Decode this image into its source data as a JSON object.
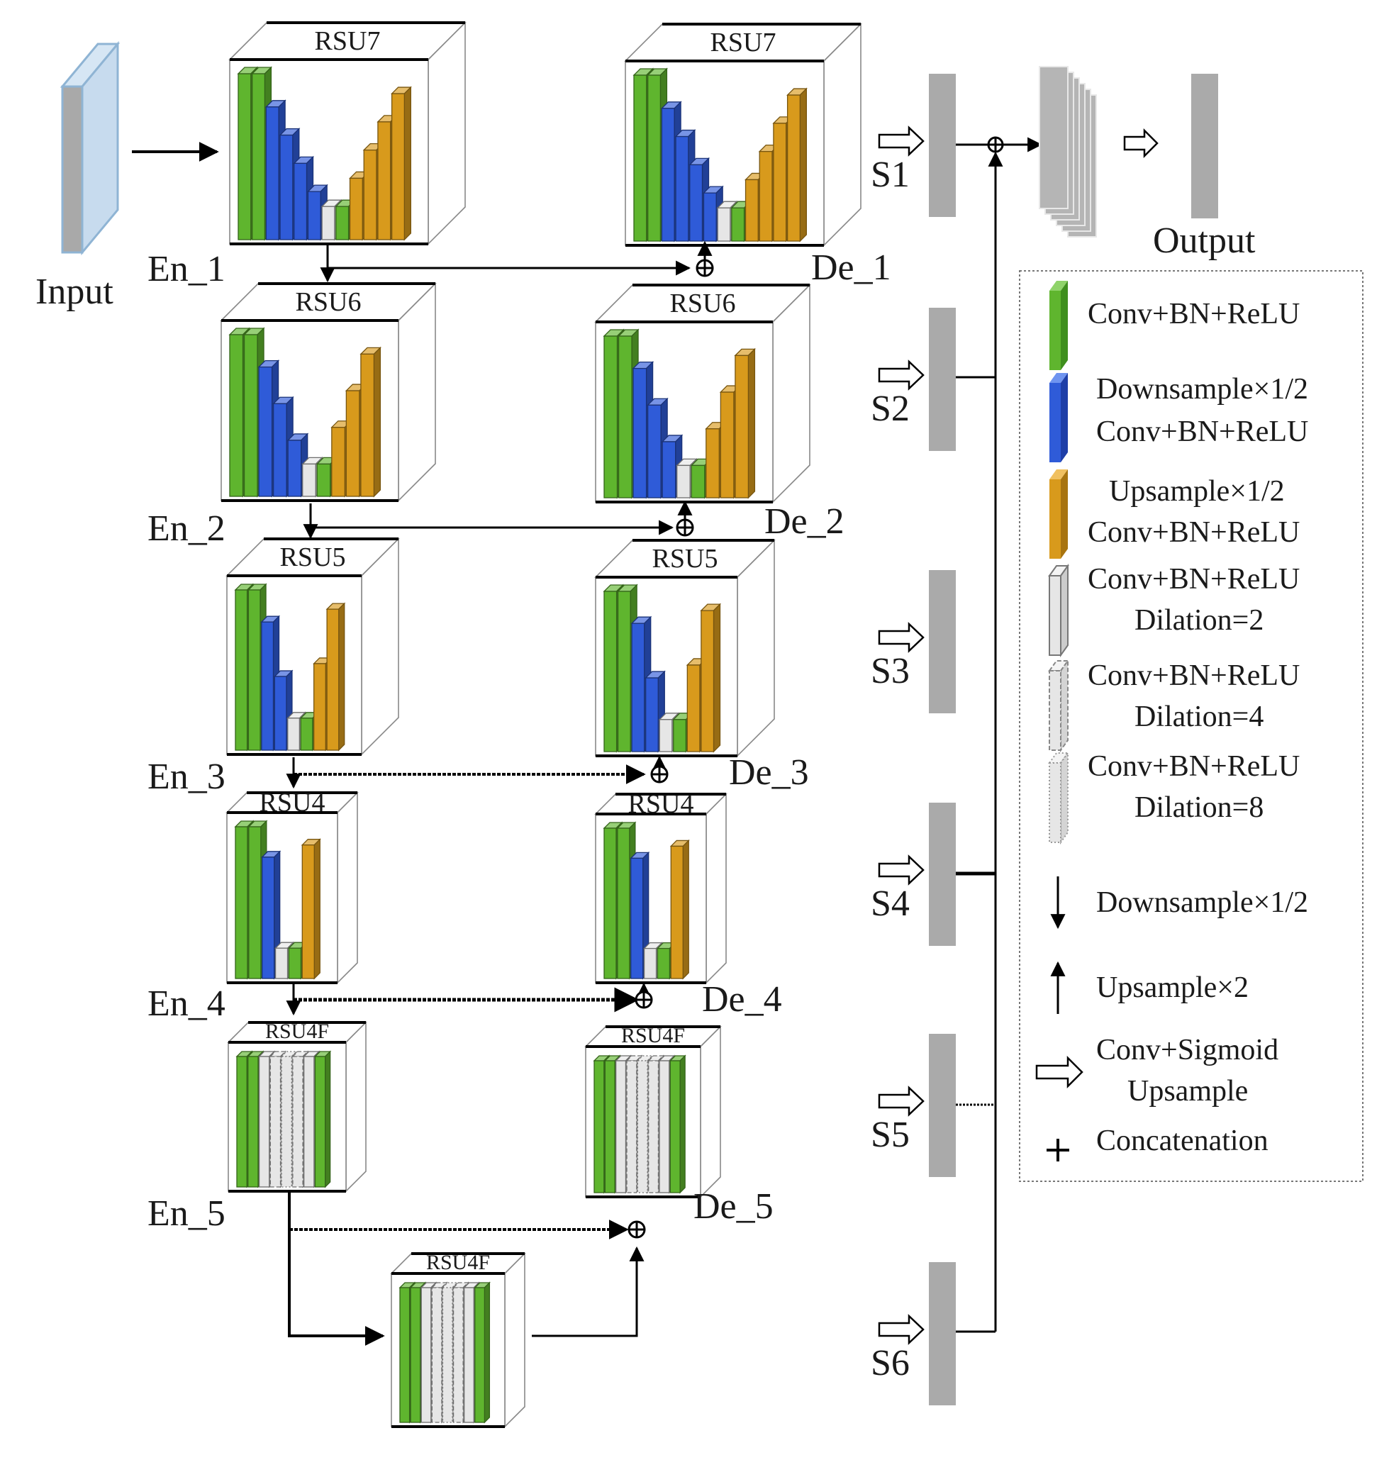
{
  "labels": {
    "input": "Input",
    "output": "Output"
  },
  "encoder": [
    {
      "block": "RSU7",
      "stage": "En_1"
    },
    {
      "block": "RSU6",
      "stage": "En_2"
    },
    {
      "block": "RSU5",
      "stage": "En_3"
    },
    {
      "block": "RSU4",
      "stage": "En_4"
    },
    {
      "block": "RSU4F",
      "stage": "En_5"
    }
  ],
  "bridge": {
    "block": "RSU4F"
  },
  "decoder": [
    {
      "block": "RSU7",
      "stage": "De_1"
    },
    {
      "block": "RSU6",
      "stage": "De_2"
    },
    {
      "block": "RSU5",
      "stage": "De_3"
    },
    {
      "block": "RSU4",
      "stage": "De_4"
    },
    {
      "block": "RSU4F",
      "stage": "De_5"
    }
  ],
  "side_outputs": [
    "S1",
    "S2",
    "S3",
    "S4",
    "S5",
    "S6"
  ],
  "legend": [
    {
      "lines": [
        "Conv+BN+ReLU"
      ],
      "swatch": "green"
    },
    {
      "lines": [
        "Downsample×1/2",
        "Conv+BN+ReLU"
      ],
      "swatch": "blue"
    },
    {
      "lines": [
        "Upsample×1/2",
        "Conv+BN+ReLU"
      ],
      "swatch": "orange"
    },
    {
      "lines": [
        "Conv+BN+ReLU",
        "Dilation=2"
      ],
      "swatch": "gray-solid"
    },
    {
      "lines": [
        "Conv+BN+ReLU",
        "Dilation=4"
      ],
      "swatch": "gray-dashed"
    },
    {
      "lines": [
        "Conv+BN+ReLU",
        "Dilation=8"
      ],
      "swatch": "gray-dotted"
    },
    {
      "lines": [
        "Downsample×1/2"
      ],
      "swatch": "arrow-down"
    },
    {
      "lines": [
        "Upsample×2"
      ],
      "swatch": "arrow-up"
    },
    {
      "lines": [
        "Conv+Sigmoid",
        "Upsample"
      ],
      "swatch": "hollow-arrow"
    },
    {
      "lines": [
        "Concatenation"
      ],
      "swatch": "plus"
    }
  ],
  "colors": {
    "conv": "#5fb52e",
    "down": "#2f5bd8",
    "up": "#d89a1c",
    "dilation": "#e6e6e6",
    "feature": "#aaaaaa",
    "input_face": "#a9a9a9",
    "input_edge": "#8fb4d4"
  }
}
